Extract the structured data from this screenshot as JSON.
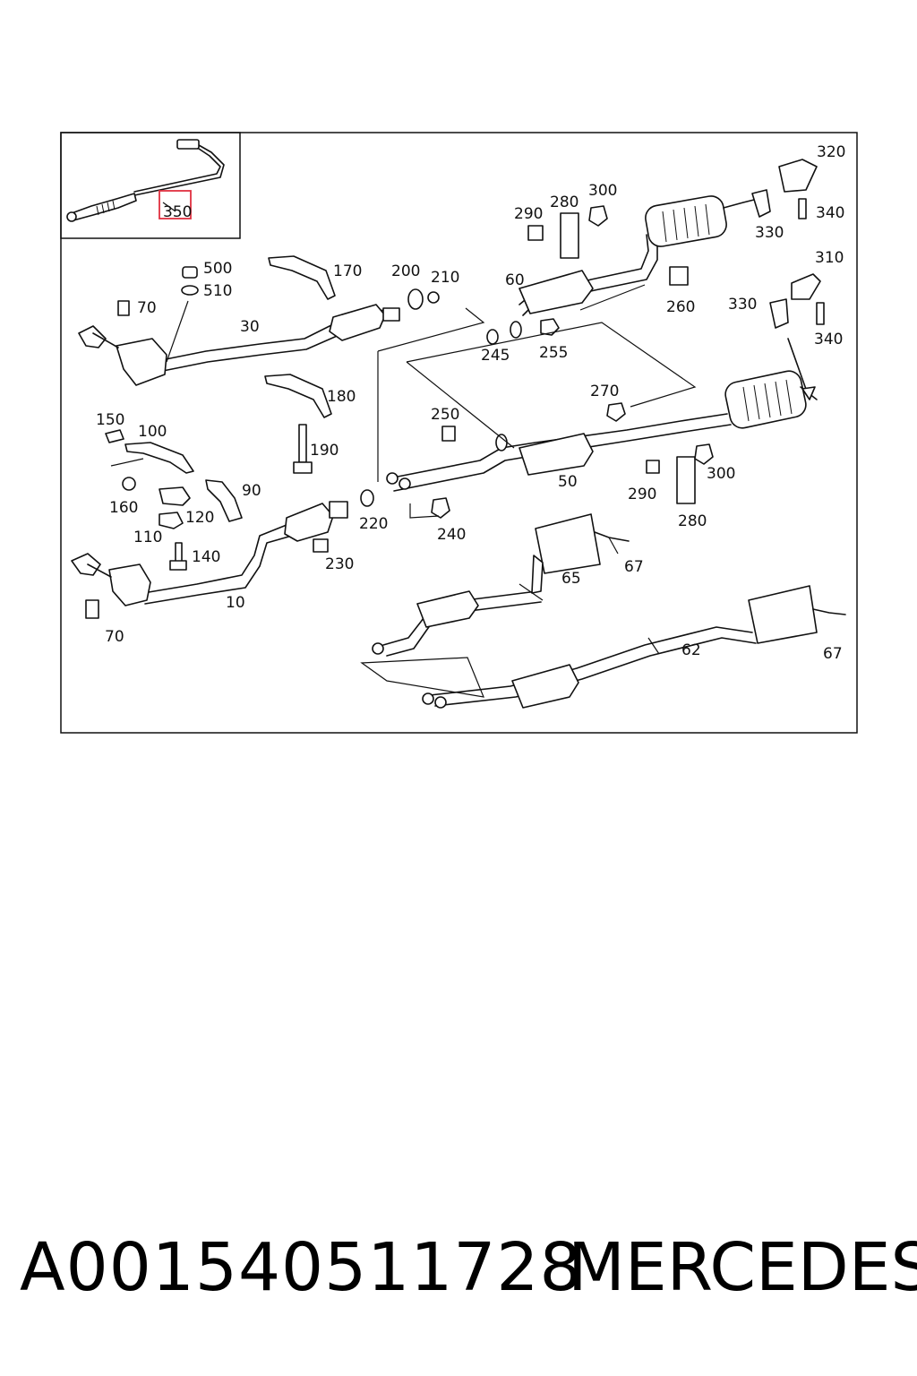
{
  "highlight_color": "#e03040",
  "part_labels": {
    "p320": "320",
    "p340a": "340",
    "p330a": "330",
    "p300a": "300",
    "p280a": "280",
    "p290a": "290",
    "p350": "350",
    "p500": "500",
    "p510": "510",
    "p170": "170",
    "p200": "200",
    "p210": "210",
    "p60": "60",
    "p260": "260",
    "p310": "310",
    "p330b": "330",
    "p340b": "340",
    "p70a": "70",
    "p30": "30",
    "p245": "245",
    "p255": "255",
    "p180": "180",
    "p150": "150",
    "p100": "100",
    "p270": "270",
    "p250": "250",
    "p190": "190",
    "p300b": "300",
    "p50": "50",
    "p290b": "290",
    "p90": "90",
    "p160": "160",
    "p220": "220",
    "p120": "120",
    "p280b": "280",
    "p240": "240",
    "p110": "110",
    "p140": "140",
    "p230": "230",
    "p65": "65",
    "p67a": "67",
    "p10": "10",
    "p70b": "70",
    "p62": "62",
    "p67b": "67"
  },
  "caption": {
    "part_number": "A001540511728",
    "brand": "MERCEDES"
  }
}
